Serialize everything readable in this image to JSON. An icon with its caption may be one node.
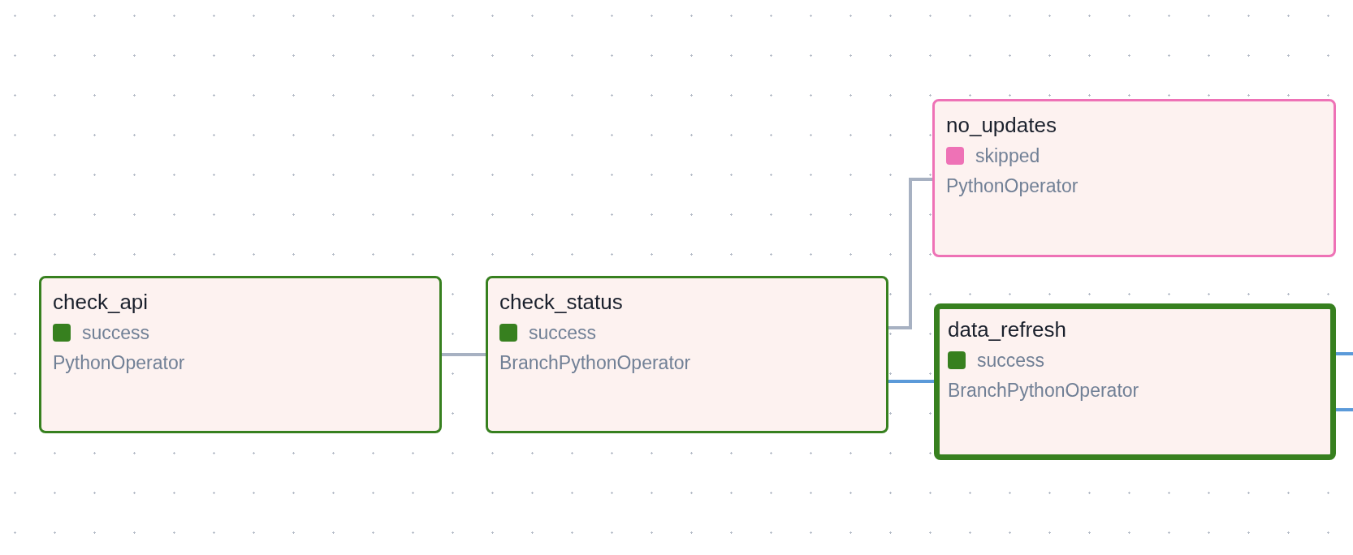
{
  "diagram": {
    "nodes": [
      {
        "text": [
          "check_api",
          "success",
          "PythonOperator"
        ]
      },
      {
        "text": [
          "check_status",
          "success",
          "BranchPythonOperator"
        ]
      },
      {
        "text": [
          "no_updates",
          "skipped",
          "PythonOperator"
        ]
      },
      {
        "text": [
          "data_refresh",
          "success",
          "BranchPythonOperator"
        ]
      }
    ],
    "edges": [
      {
        "from": 0,
        "to": 1,
        "arrow": "none",
        "color": "#a7b1c2"
      },
      {
        "from": 1,
        "to": 2,
        "arrow": "none",
        "color": "#a7b1c2"
      },
      {
        "from": 1,
        "to": 3,
        "arrow": "none"
      },
      {
        "from": 3,
        "to": null,
        "arrow": "none"
      },
      {
        "from": 3,
        "to": null,
        "arrow": "none"
      }
    ]
  }
}
